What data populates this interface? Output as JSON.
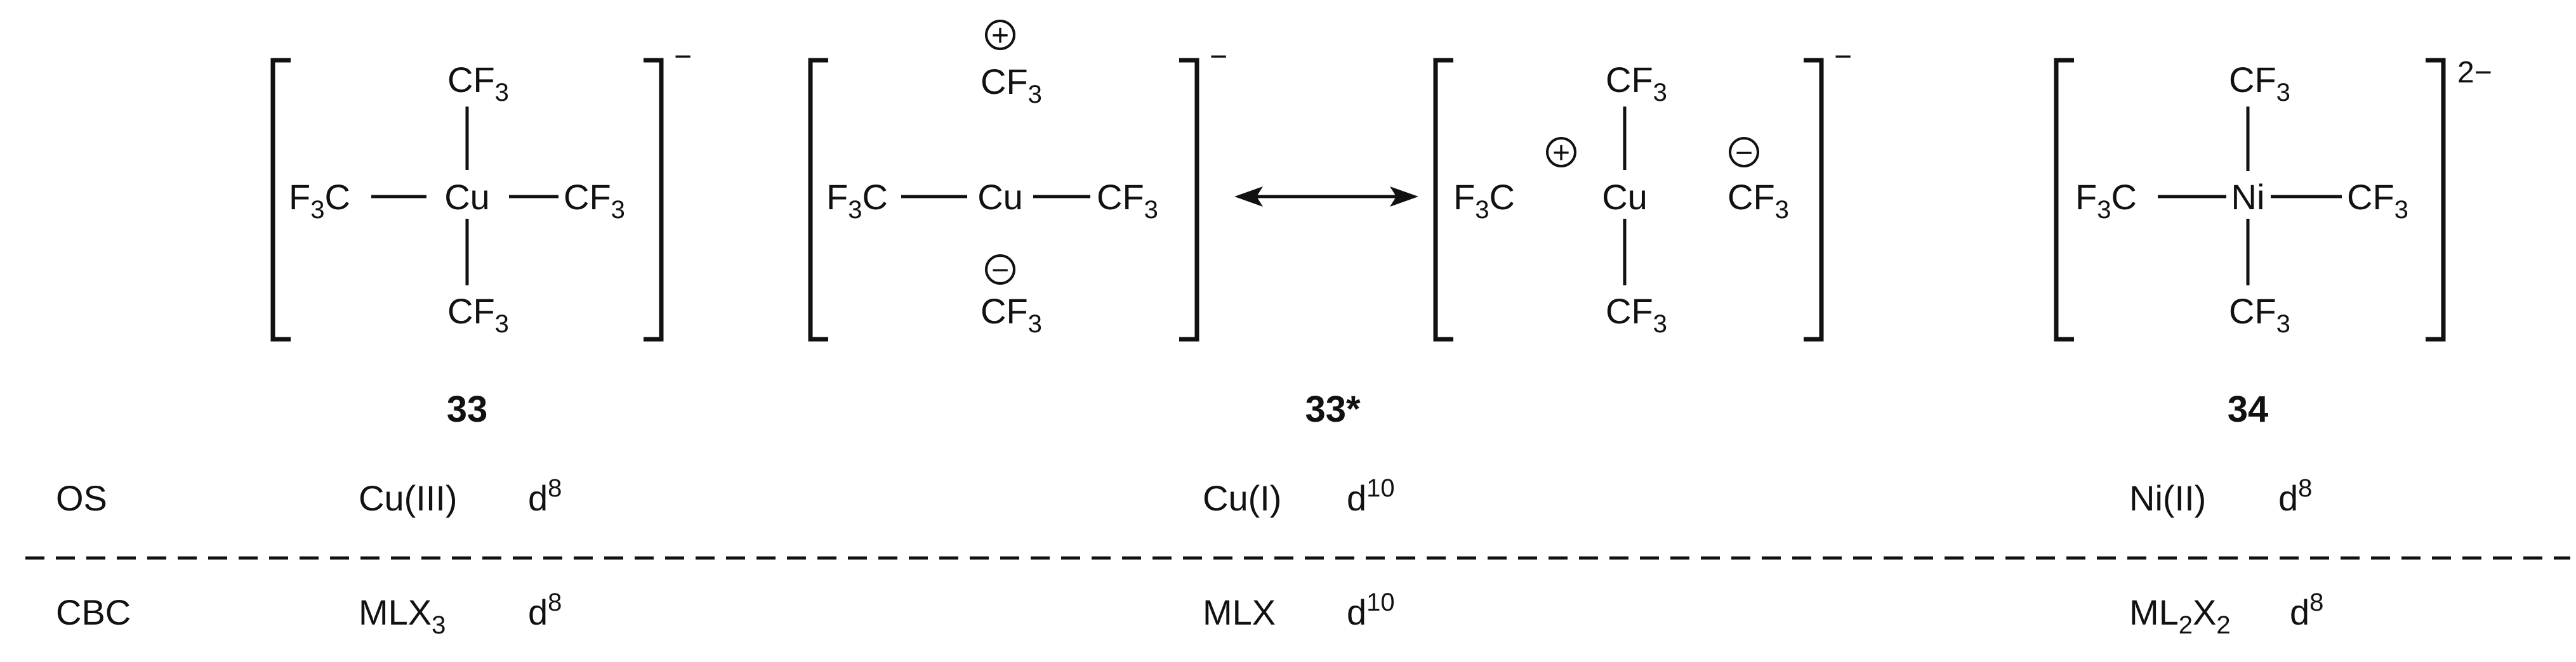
{
  "compounds": {
    "c33": {
      "label": "33",
      "charge": "−",
      "metal": "Cu",
      "ligand_top": "CF",
      "ligand_bottom": "CF",
      "ligand_left": "F",
      "ligand_left_tail": "C",
      "ligand_right": "CF",
      "sub": "3"
    },
    "c33a": {
      "charge": "−",
      "metal": "Cu",
      "ligand_top": "CF",
      "ligand_bottom": "CF",
      "ligand_left": "F",
      "ligand_left_tail": "C",
      "ligand_right": "CF",
      "plus": "+",
      "minus": "−",
      "sub": "3"
    },
    "c33b": {
      "charge": "−",
      "metal": "Cu",
      "ligand_top": "CF",
      "ligand_bottom": "CF",
      "ligand_left": "F",
      "ligand_left_tail": "C",
      "ligand_right": "CF",
      "plus": "+",
      "minus": "−",
      "sub": "3"
    },
    "resonance_label": "33*",
    "c34": {
      "label": "34",
      "charge": "2−",
      "metal": "Ni",
      "ligand_top": "CF",
      "ligand_bottom": "CF",
      "ligand_left": "F",
      "ligand_left_tail": "C",
      "ligand_right": "CF",
      "sub": "3"
    }
  },
  "table": {
    "os": {
      "row_label": "OS",
      "c1_ox": "Cu(III)",
      "c1_d": "d",
      "c1_dn": "8",
      "c2_ox": "Cu(I)",
      "c2_d": "d",
      "c2_dn": "10",
      "c3_ox": "Ni(II)",
      "c3_d": "d",
      "c3_dn": "8"
    },
    "cbc": {
      "row_label": "CBC",
      "c1_a": "MLX",
      "c1_a_sub": "3",
      "c1_d": "d",
      "c1_dn": "8",
      "c2_a": "MLX",
      "c2_d": "d",
      "c2_dn": "10",
      "c3_a": "ML",
      "c3_a_sub1": "2",
      "c3_a_mid": "X",
      "c3_a_sub2": "2",
      "c3_d": "d",
      "c3_dn": "8"
    }
  }
}
